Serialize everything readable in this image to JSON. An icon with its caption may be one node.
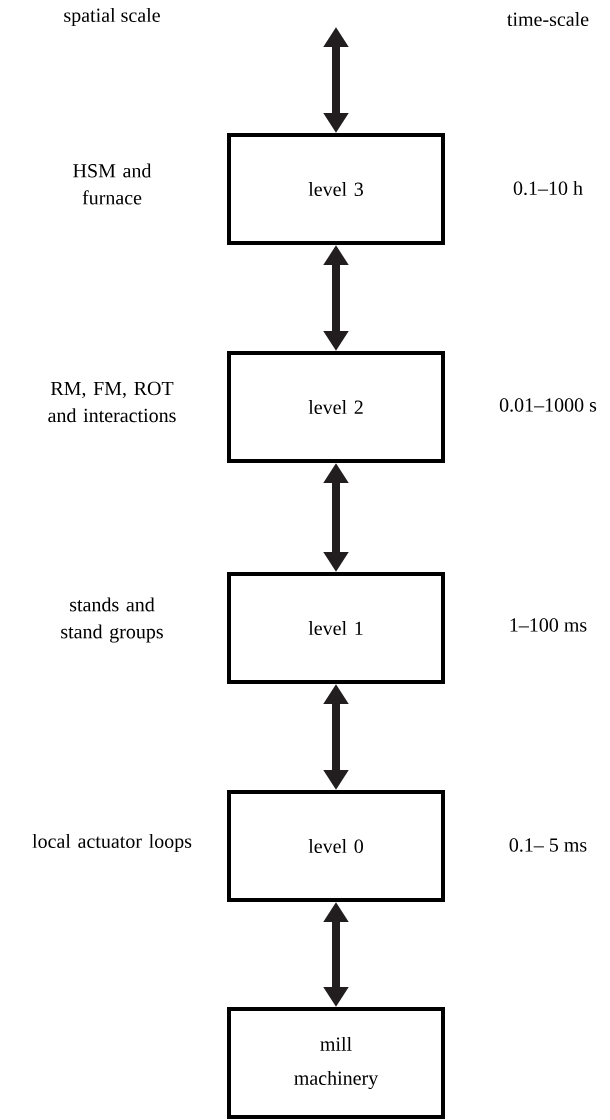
{
  "diagram": {
    "nodes": [
      {
        "text": [
          "level 3"
        ]
      },
      {
        "text": [
          "level 2"
        ]
      },
      {
        "text": [
          "level 1"
        ]
      },
      {
        "text": [
          "level 0"
        ]
      },
      {
        "text": [
          "mill machinery"
        ]
      }
    ],
    "edges": [
      {
        "from": null,
        "to": 0,
        "arrow": "both"
      },
      {
        "from": 0,
        "to": 1,
        "arrow": "both"
      },
      {
        "from": 1,
        "to": 2,
        "arrow": "both"
      },
      {
        "from": 2,
        "to": 3,
        "arrow": "both"
      },
      {
        "from": 3,
        "to": 4,
        "arrow": "both"
      }
    ],
    "labels": [
      "spatial scale",
      "time-scale",
      "HSM and furnace",
      "0.1–10 h",
      "RM, FM, ROT and interactions",
      "0.01–1000 s",
      "stands and stand groups",
      "1–100 ms",
      "local actuator loops",
      "0.1– 5 ms"
    ]
  }
}
